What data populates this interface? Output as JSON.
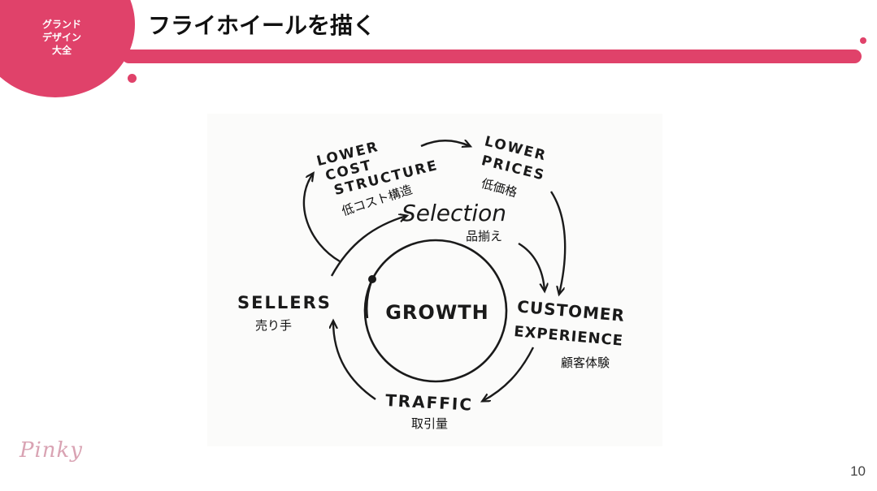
{
  "brand": {
    "line1": "グランド",
    "line2": "デザイン",
    "line3": "大全"
  },
  "slide": {
    "title": "フライホイールを描く",
    "page_number": "10",
    "signature": "Pinky",
    "accent_color": "#e0426a"
  },
  "diagram": {
    "center": "GROWTH",
    "nodes": {
      "lower_cost": {
        "line1": "LOWER",
        "line2": "COST",
        "line3": "STRUCTURE",
        "jp": "低コスト構造"
      },
      "lower_prices": {
        "line1": "LOWER",
        "line2": "PRICES",
        "jp": "低価格"
      },
      "selection": {
        "label": "Selection",
        "jp": "品揃え"
      },
      "sellers": {
        "label": "SELLERS",
        "jp": "売り手"
      },
      "customer_experience": {
        "line1": "CUSTOMER",
        "line2": "EXPERIENCE",
        "jp": "顧客体験"
      },
      "traffic": {
        "label": "TRAFFIC",
        "jp": "取引量"
      }
    }
  }
}
